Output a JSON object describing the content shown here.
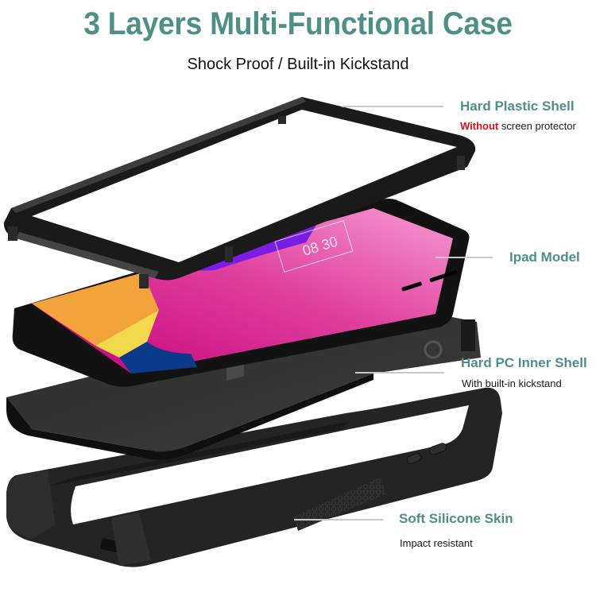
{
  "header": {
    "title": "3 Layers Multi-Functional Case",
    "subtitle": "Shock Proof / Built-in Kickstand"
  },
  "colors": {
    "accent_teal": "#4e8f86",
    "warning_red": "#d0161b",
    "leader_gray": "#c8c8c8",
    "case_black": "#1e1e1e"
  },
  "layers": [
    {
      "heading": "Hard Plastic Shell",
      "note_emphasis": "Without",
      "note_rest": " screen protector"
    },
    {
      "heading": "Ipad Model"
    },
    {
      "heading": "Hard PC Inner Shell",
      "note": "With built-in kickstand"
    },
    {
      "heading": "Soft Silicone Skin",
      "note": "Impact resistant"
    }
  ],
  "tablet_screen": {
    "clock": "08 30"
  }
}
